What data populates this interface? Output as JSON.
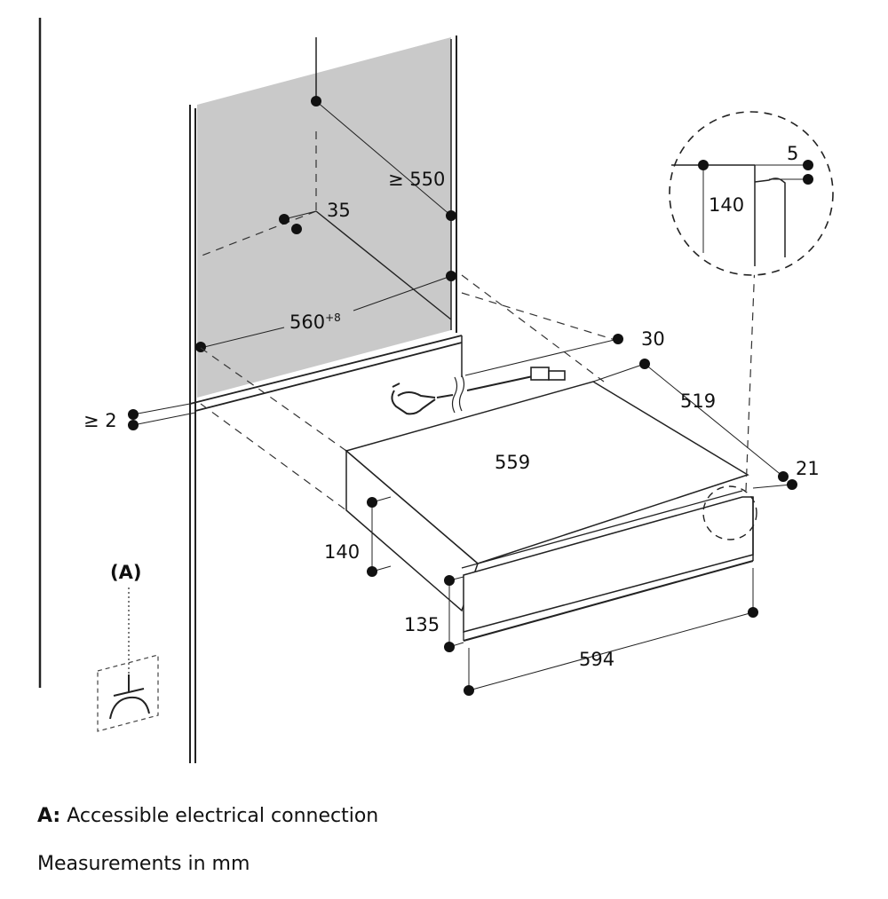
{
  "dimensions": {
    "niche_depth": "≥ 550",
    "niche_offset": "35",
    "niche_width": "560",
    "niche_width_tolerance": "+8",
    "gap_min": "≥ 2",
    "cable_length_offset": "30",
    "drawer_body_depth": "519",
    "front_thickness": "21",
    "top_depth": "559",
    "body_height": "140",
    "front_height": "135",
    "front_width": "594",
    "detail_height": "140",
    "detail_gap": "5"
  },
  "marker": {
    "label": "(A)"
  },
  "legend": {
    "key": "A:",
    "text": "Accessible electrical connection",
    "units_note": "Measurements in mm"
  }
}
